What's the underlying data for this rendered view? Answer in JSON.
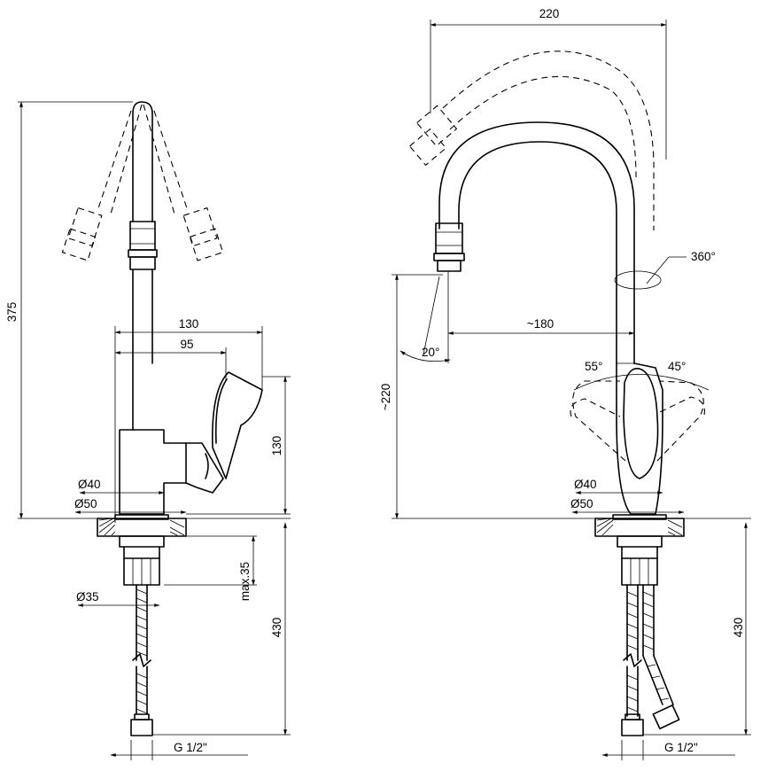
{
  "left_view": {
    "height_total": "375",
    "handle_reach": "130",
    "body_width": "95",
    "body_height": "130",
    "spout_diameter": "Ø40",
    "base_diameter": "Ø50",
    "mount_depth": "max.35",
    "shank_diameter": "Ø35",
    "hose_length": "430",
    "thread": "G 1/2\""
  },
  "right_view": {
    "spout_span": "220",
    "rotation": "360°",
    "reach": "~180",
    "outlet_height": "~220",
    "spray_angle": "20°",
    "lever_angle_left": "55°",
    "lever_angle_right": "45°",
    "spout_diameter": "Ø40",
    "base_diameter": "Ø50",
    "hose_length": "430",
    "thread": "G 1/2\""
  }
}
